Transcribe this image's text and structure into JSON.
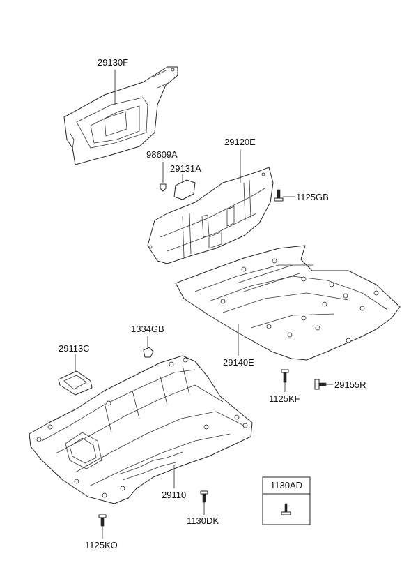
{
  "labels": {
    "p29130F": "29130F",
    "p98609A": "98609A",
    "p29131A": "29131A",
    "p29120E": "29120E",
    "p1125GB": "1125GB",
    "p1334GB": "1334GB",
    "p29113C": "29113C",
    "p29140E": "29140E",
    "p29155R": "29155R",
    "p1125KF": "1125KF",
    "p29110": "29110",
    "p1130DK": "1130DK",
    "p1125KO": "1125KO",
    "p1130AD": "1130AD"
  }
}
